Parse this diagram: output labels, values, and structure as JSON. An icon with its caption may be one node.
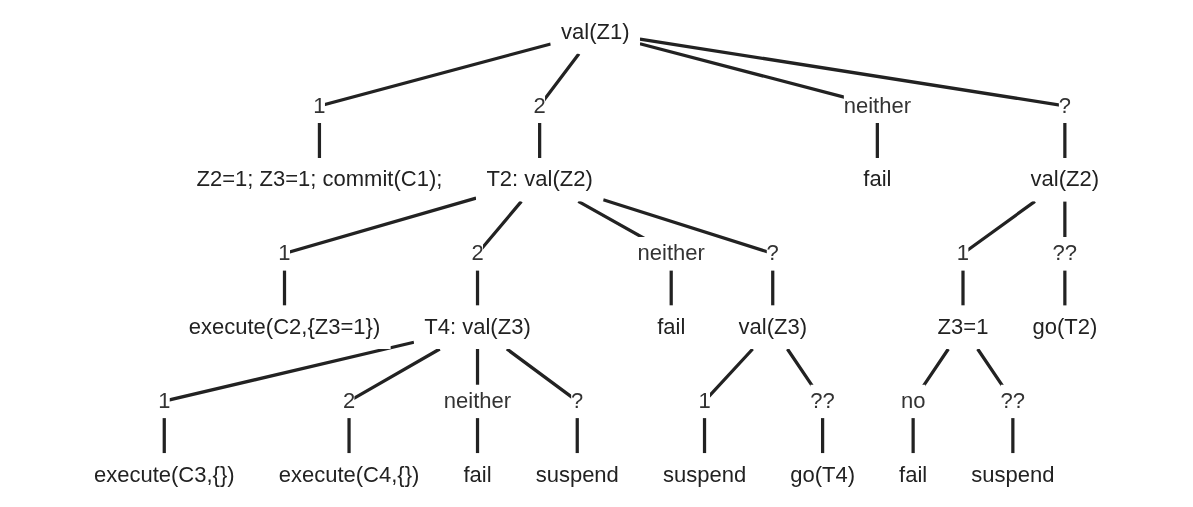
{
  "diagram": {
    "nodes": [
      {
        "text": [
          "val(Z1)"
        ]
      },
      {
        "text": [
          "Z2=1; Z3=1; commit(C1);"
        ]
      },
      {
        "text": [
          "T2: val(Z2)"
        ]
      },
      {
        "text": [
          "fail"
        ]
      },
      {
        "text": [
          "val(Z2)"
        ]
      },
      {
        "text": [
          "execute(C2,{Z3=1})"
        ]
      },
      {
        "text": [
          "T4: val(Z3)"
        ]
      },
      {
        "text": [
          "fail"
        ]
      },
      {
        "text": [
          "val(Z3)"
        ]
      },
      {
        "text": [
          "Z3=1"
        ]
      },
      {
        "text": [
          "go(T2)"
        ]
      },
      {
        "text": [
          "execute(C3,{})"
        ]
      },
      {
        "text": [
          "execute(C4,{})"
        ]
      },
      {
        "text": [
          "fail"
        ]
      },
      {
        "text": [
          "suspend"
        ]
      },
      {
        "text": [
          "suspend"
        ]
      },
      {
        "text": [
          "go(T4)"
        ]
      },
      {
        "text": [
          "fail"
        ]
      },
      {
        "text": [
          "suspend"
        ]
      }
    ],
    "edges": [
      {
        "from": 0,
        "to": 1,
        "arrow": "none",
        "label": "1"
      },
      {
        "from": 0,
        "to": 2,
        "arrow": "none",
        "label": "2"
      },
      {
        "from": 0,
        "to": 3,
        "arrow": "none",
        "label": "neither"
      },
      {
        "from": 0,
        "to": 4,
        "arrow": "none",
        "label": "?"
      },
      {
        "from": 2,
        "to": 5,
        "arrow": "none",
        "label": "1"
      },
      {
        "from": 2,
        "to": 6,
        "arrow": "none",
        "label": "2"
      },
      {
        "from": 2,
        "to": 7,
        "arrow": "none",
        "label": "neither"
      },
      {
        "from": 2,
        "to": 8,
        "arrow": "none",
        "label": "?"
      },
      {
        "from": 4,
        "to": 9,
        "arrow": "none",
        "label": "1"
      },
      {
        "from": 4,
        "to": 10,
        "arrow": "none",
        "label": "??"
      },
      {
        "from": 6,
        "to": 11,
        "arrow": "none",
        "label": "1"
      },
      {
        "from": 6,
        "to": 12,
        "arrow": "none",
        "label": "2"
      },
      {
        "from": 6,
        "to": 13,
        "arrow": "none",
        "label": "neither"
      },
      {
        "from": 6,
        "to": 14,
        "arrow": "none",
        "label": "?"
      },
      {
        "from": 8,
        "to": 15,
        "arrow": "none",
        "label": "1"
      },
      {
        "from": 8,
        "to": 16,
        "arrow": "none",
        "label": "??"
      },
      {
        "from": 9,
        "to": 17,
        "arrow": "none",
        "label": "no"
      },
      {
        "from": 9,
        "to": 18,
        "arrow": "none",
        "label": "??"
      }
    ]
  }
}
